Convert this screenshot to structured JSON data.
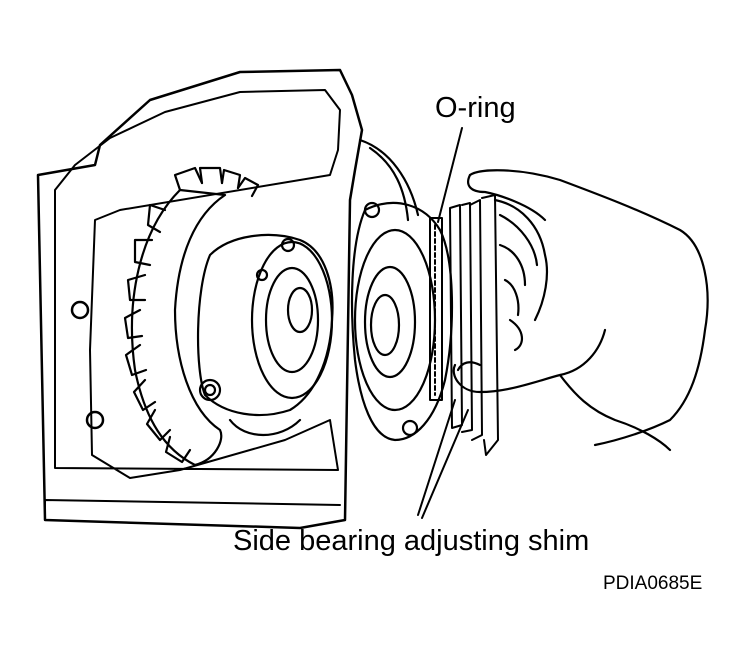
{
  "labels": {
    "o_ring": "O-ring",
    "side_bearing_shim": "Side bearing adjusting shim",
    "figure_code": "PDIA0685E"
  },
  "colors": {
    "line": "#000000",
    "background": "#ffffff"
  }
}
